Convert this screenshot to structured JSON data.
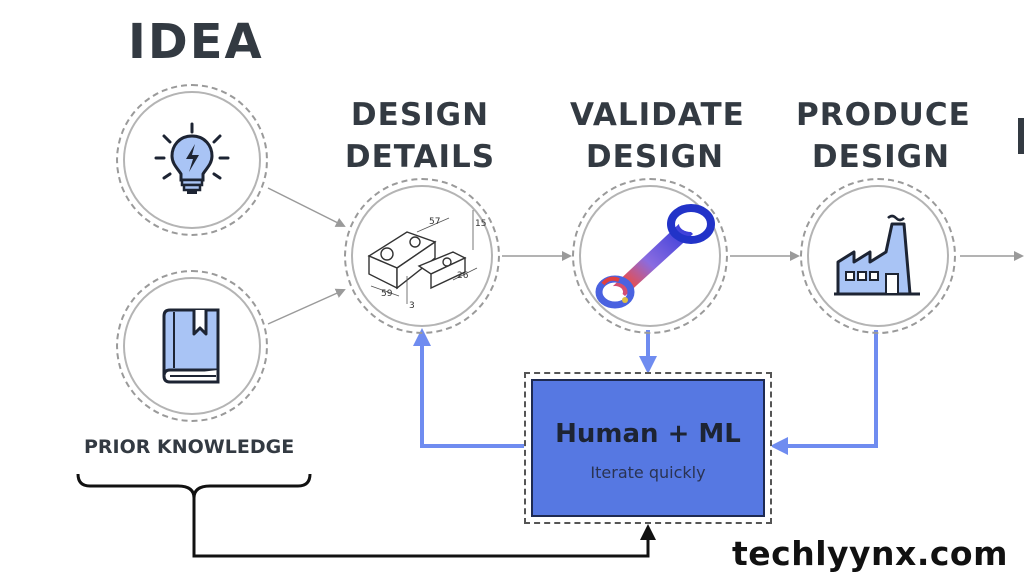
{
  "headings": {
    "idea": "IDEA",
    "design_details": [
      "DESIGN",
      "DETAILS"
    ],
    "validate_design": [
      "VALIDATE",
      "DESIGN"
    ],
    "produce_design": [
      "PRODUCE",
      "DESIGN"
    ]
  },
  "prior_knowledge_label": "PRIOR KNOWLEDGE",
  "human_ml": {
    "title": "Human + ML",
    "subtitle": "Iterate quickly"
  },
  "brand": "techlyynx.com",
  "dimension_labels": [
    "57",
    "59",
    "26",
    "15",
    "3"
  ],
  "icons": [
    "lightbulb-icon",
    "book-icon",
    "cad-drawing-icon",
    "connecting-rod-simulation-icon",
    "factory-icon"
  ],
  "colors": {
    "arrow_blue": "#6f8cf0",
    "box_blue": "#5678e2",
    "icon_blue": "#a9c4f5",
    "gray_arrow": "#9a9a9a"
  }
}
